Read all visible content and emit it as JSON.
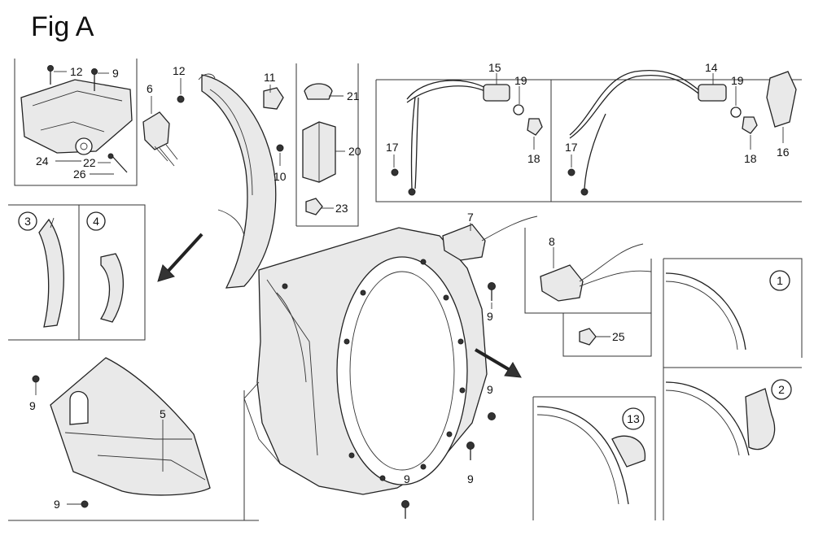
{
  "figure": {
    "title": "Fig A"
  },
  "labels": {
    "p12a": "12",
    "p9a": "9",
    "p24": "24",
    "p22": "22",
    "p26": "26",
    "p6": "6",
    "p12b": "12",
    "p11": "11",
    "p10": "10",
    "p21": "21",
    "p20": "20",
    "p23": "23",
    "p15": "15",
    "p19a": "19",
    "p17a": "17",
    "p18a": "18",
    "p14": "14",
    "p19b": "19",
    "p17b": "17",
    "p18b": "18",
    "p16": "16",
    "p7": "7",
    "p9b": "9",
    "p8": "8",
    "p25": "25",
    "p9c": "9",
    "p9d": "9",
    "p9e": "9",
    "p9f": "9",
    "p5": "5",
    "p9g": "9"
  },
  "callouts": {
    "c1": "1",
    "c2": "2",
    "c3": "3",
    "c4": "4",
    "c13": "13"
  }
}
